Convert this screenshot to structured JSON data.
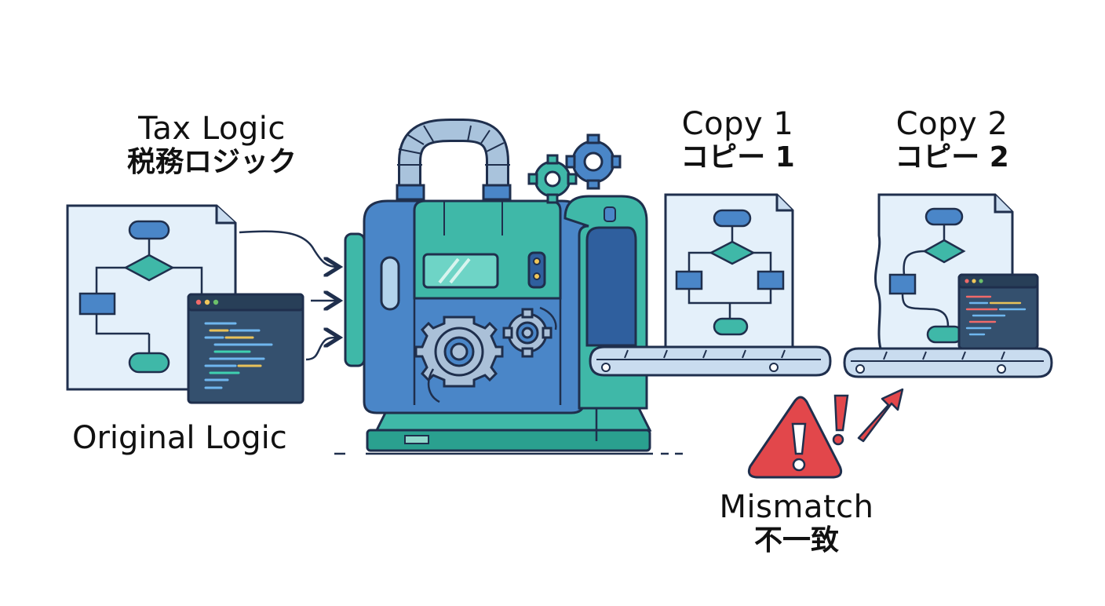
{
  "labels": {
    "tax_logic": {
      "en": "Tax Logic",
      "jp": "税務ロジック"
    },
    "original_logic": "Original Logic",
    "copy1": {
      "en": "Copy 1",
      "jp": "コピー 1"
    },
    "copy2": {
      "en": "Copy 2",
      "jp": "コピー 2"
    },
    "mismatch": {
      "en": "Mismatch",
      "jp": "不一致"
    }
  },
  "icons": {
    "warning": "warning-triangle-icon",
    "alert": "exclamation-icon",
    "arrow": "up-right-arrow-icon",
    "gear": "gear-icon"
  },
  "colors": {
    "outline": "#1f2f4d",
    "doc_fill": "#e4f0fa",
    "machine_blue": "#4a86c8",
    "machine_dark": "#2f5f9e",
    "machine_teal": "#3fb8a8",
    "code_bg": "#34506e",
    "warning_red": "#e2474b",
    "belt_fill": "#c9dcef"
  }
}
